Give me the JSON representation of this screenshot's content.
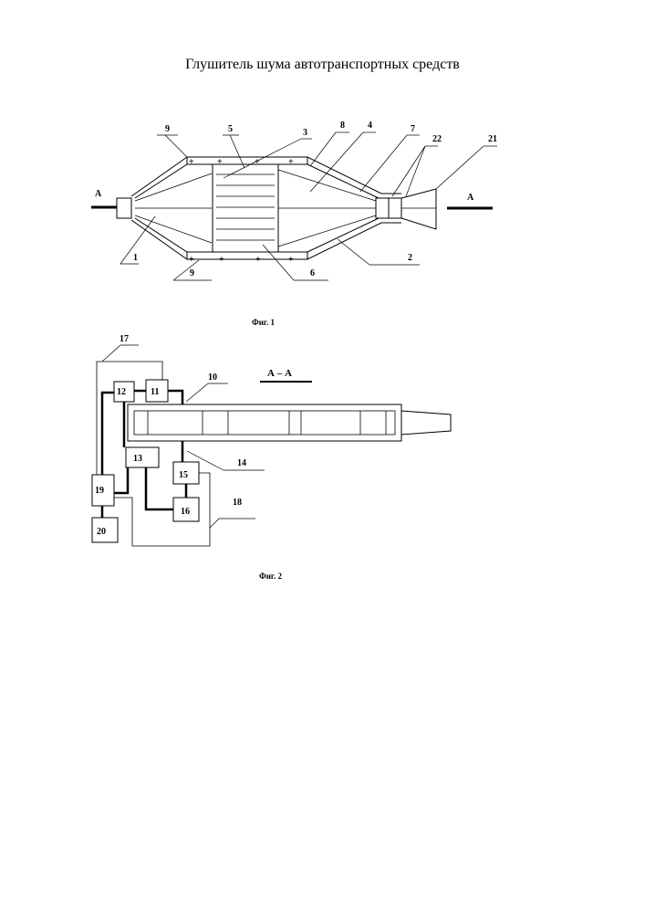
{
  "page": {
    "title": "Глушитель  шума автотранспортных средств"
  },
  "fig1": {
    "caption": "Фиг. 1",
    "section_in": "А",
    "section_out": "А",
    "labels": {
      "n1": "1",
      "n2": "2",
      "n3": "3",
      "n4": "4",
      "n5": "5",
      "n6": "6",
      "n7": "7",
      "n8": "8",
      "n9_top": "9",
      "n9_bottom": "9",
      "n21": "21",
      "n22": "22"
    },
    "plus_sign": "+"
  },
  "fig2": {
    "caption": "Фиг. 2",
    "section_title": "А – А",
    "labels": {
      "n10": "10",
      "n11": "11",
      "n12": "12",
      "n13": "13",
      "n14": "14",
      "n15": "15",
      "n16": "16",
      "n17": "17",
      "n18": "18",
      "n19": "19",
      "n20": "20"
    }
  }
}
